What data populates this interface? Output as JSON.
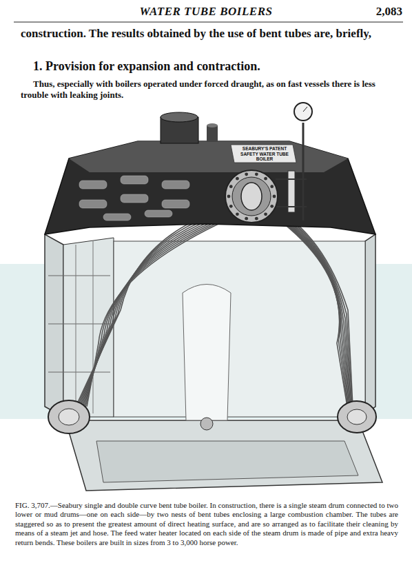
{
  "diagram": {
    "caption": "FIG. 3,707.—Seabury single and double curve bent tube boiler. In construction, there is a single steam drum connected to two lower or mud drums—one on each side—by two nests of bent tubes enclosing a large combustion chamber. The tubes are staggered so as to present the greatest amount of direct heating surface, and are so arranged as to facilitate their cleaning by means of a steam jet and hose. The feed water heater located on each side of the steam drum is made of pipe and extra heavy return bends. These boilers are built in sizes from 3 to 3,000 horse power.",
    "labels": [
      "WATER TUBE BOILERS",
      "2,083",
      "construction. The results obtained by the use of bent tubes are, briefly,",
      "1. Provision for expansion and contraction.",
      "Thus, especially with boilers operated under forced draught, as on fast vessels there is less trouble with leaking joints.",
      "SEABURY'S PATENT SAFETY WATER TUBE BOILER"
    ]
  }
}
